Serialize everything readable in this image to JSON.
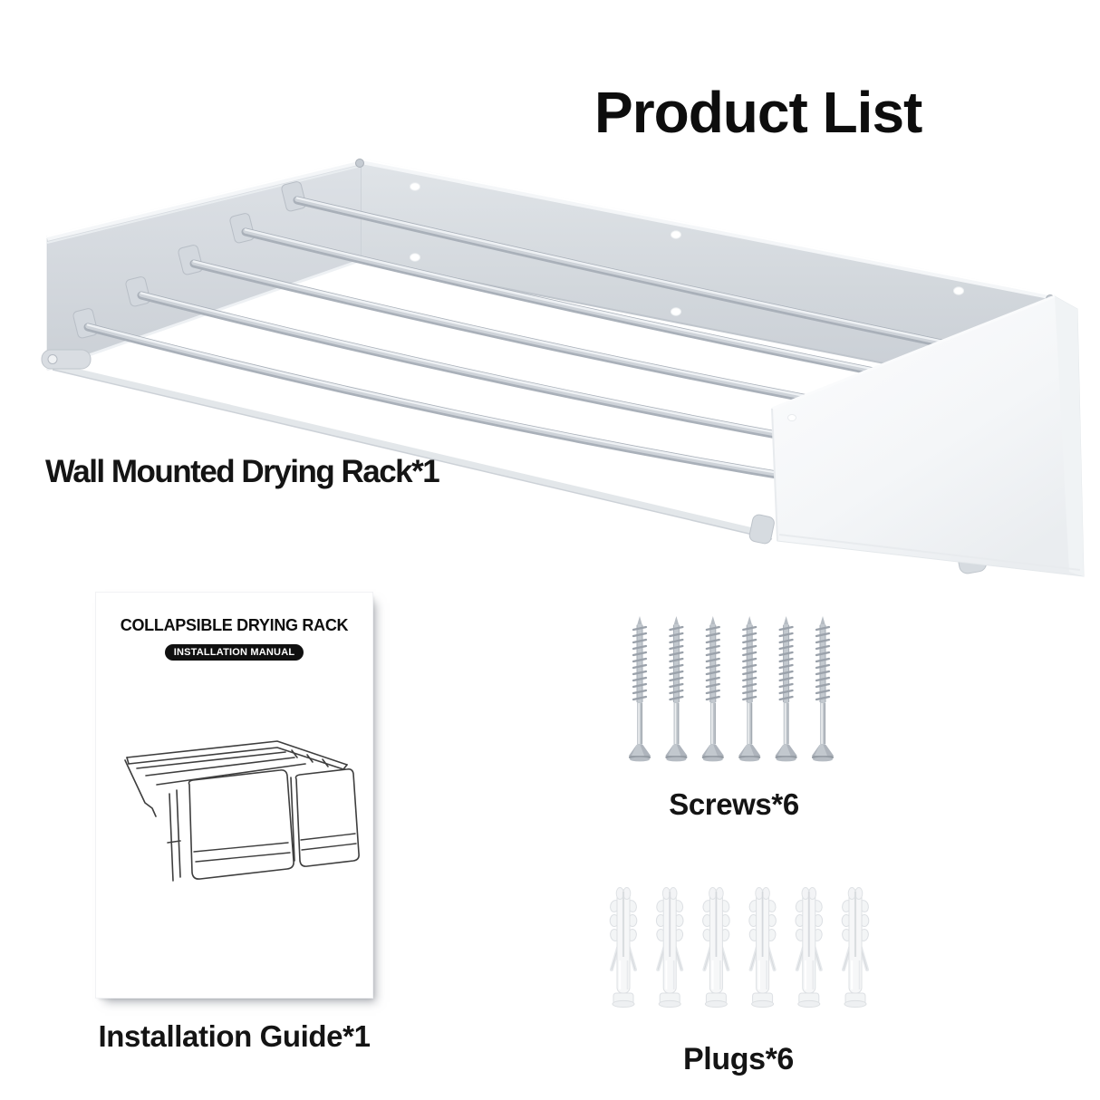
{
  "page": {
    "title": "Product List"
  },
  "items": [
    {
      "name": "rack",
      "label": "Wall Mounted Drying Rack*1",
      "quantity": 1,
      "icon": "drying-rack"
    },
    {
      "name": "installation-guide",
      "label": "Installation Guide*1",
      "quantity": 1,
      "cover_title": "COLLAPSIBLE DRYING RACK",
      "cover_badge": "INSTALLATION MANUAL",
      "icon": "manual-booklet"
    },
    {
      "name": "screws",
      "label": "Screws*6",
      "quantity": 6,
      "icon": "screw"
    },
    {
      "name": "plugs",
      "label": "Plugs*6",
      "quantity": 6,
      "icon": "wall-plug"
    }
  ],
  "colors": {
    "text": "#111111",
    "badge_bg": "#101010",
    "badge_text": "#ffffff",
    "metal_highlight": "#eef1f4",
    "metal_mid": "#cfd4da",
    "metal_dark": "#a9b0b9",
    "panel_gray": "#d5dade",
    "panel_white": "#f7f9fa",
    "background": "#ffffff"
  }
}
